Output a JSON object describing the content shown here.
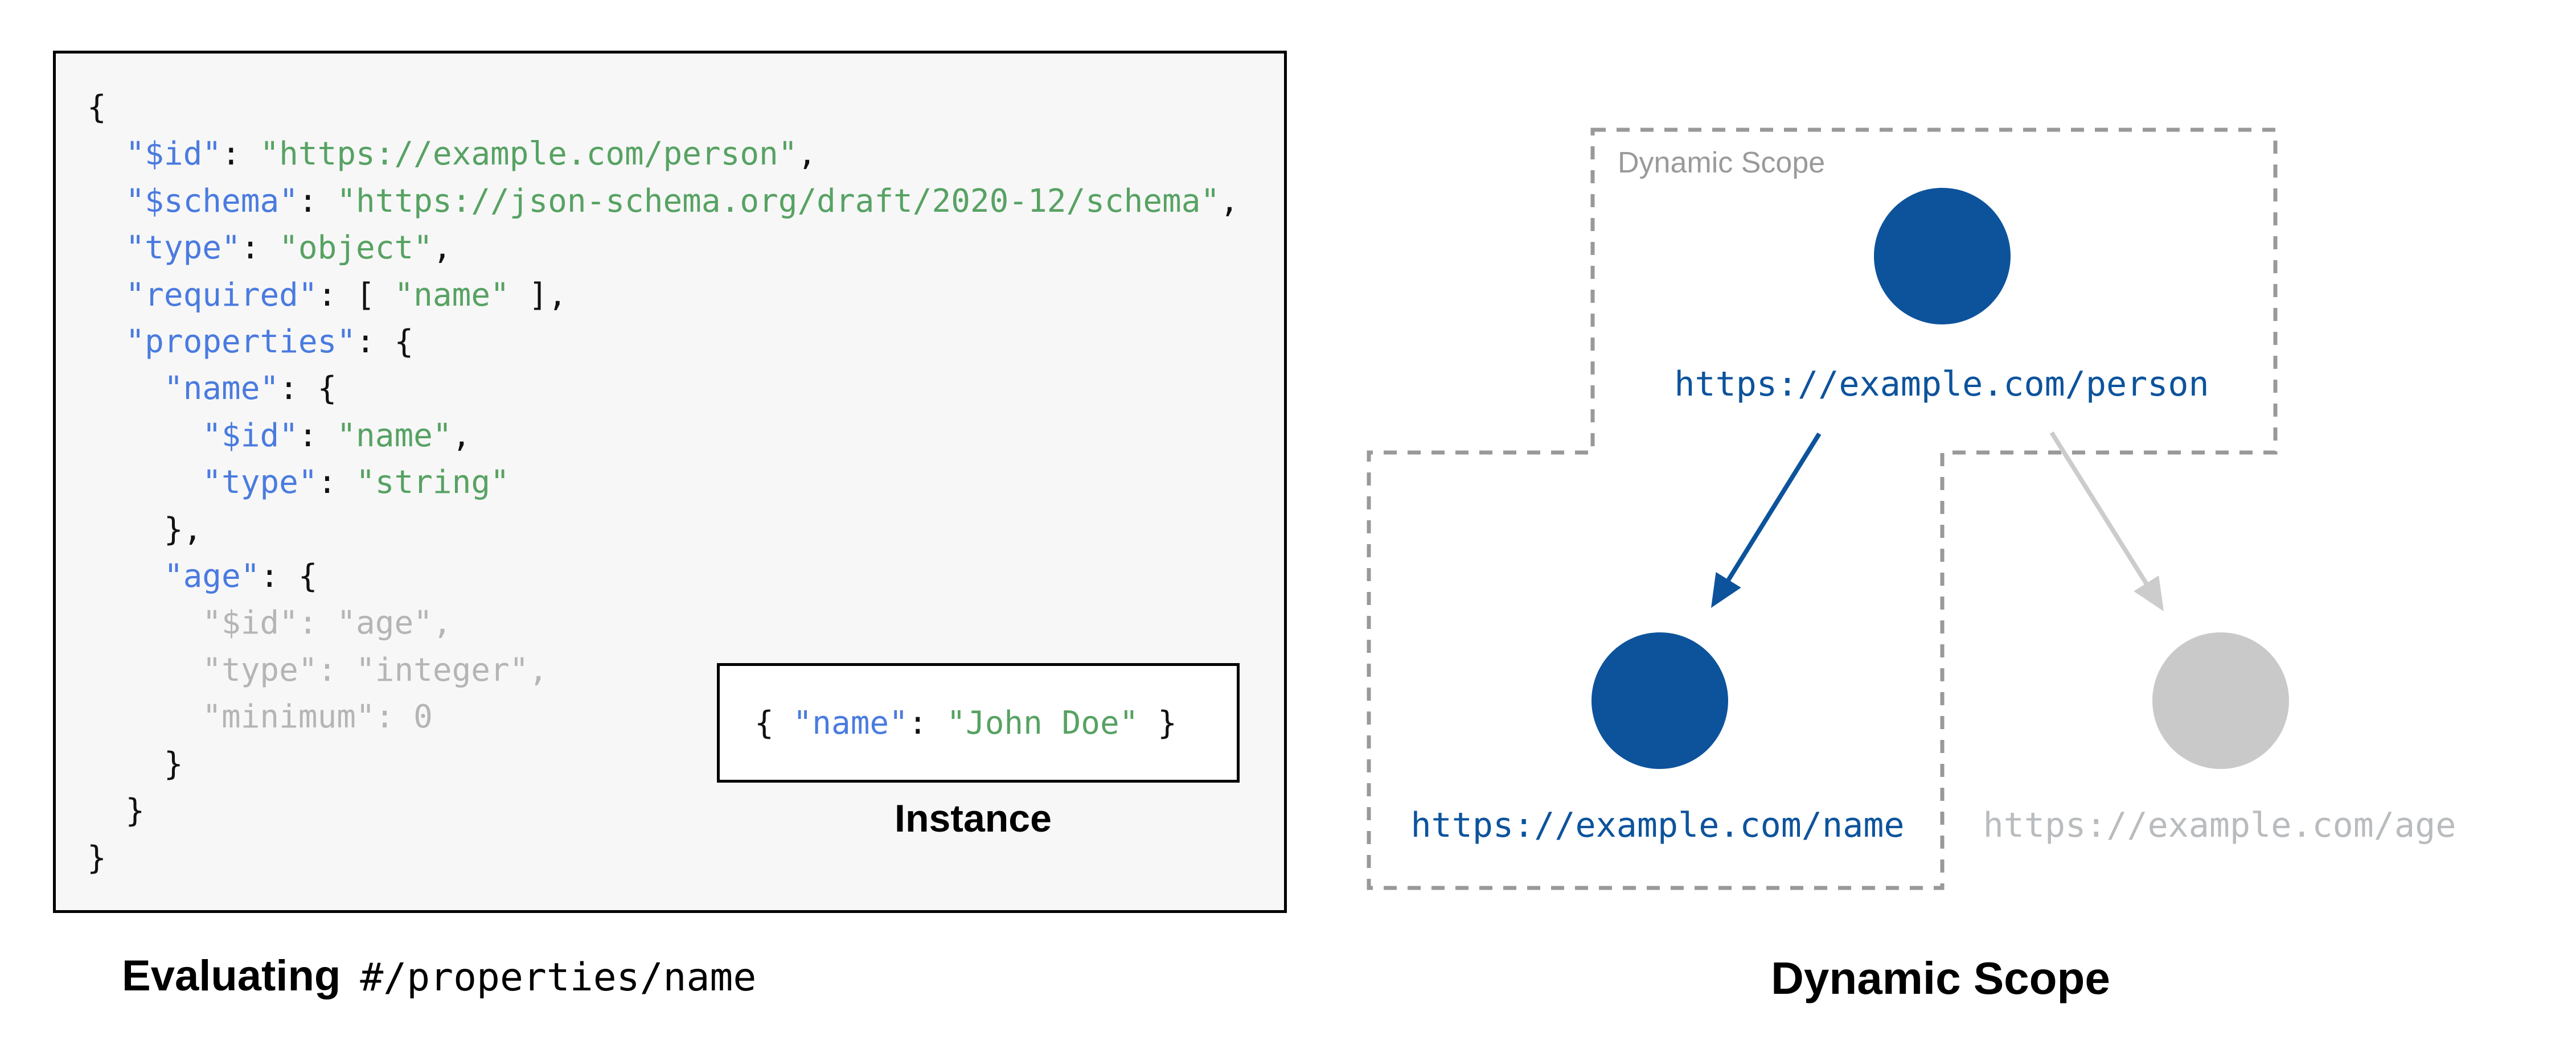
{
  "colors": {
    "page_bg": "#ffffff",
    "panel_bg": "#f7f7f7",
    "panel_border": "#000000",
    "code_plain": "#111111",
    "code_key": "#4a7bdf",
    "code_string": "#57a263",
    "code_dim": "#b5b5b5",
    "node_active": "#0d539c",
    "node_inactive": "#c9c9c9",
    "url_active": "#0d539c",
    "url_inactive": "#b9bcbe",
    "dash": "#999999",
    "scope_label": "#9a9a9a",
    "arrow_active": "#0d539c",
    "arrow_inactive": "#cccccc",
    "caption_text": "#000000"
  },
  "schema_panel": {
    "code_lines": [
      {
        "segments": [
          {
            "text": "{",
            "type": "plain"
          }
        ]
      },
      {
        "segments": [
          {
            "text": "  ",
            "type": "plain"
          },
          {
            "text": "\"$id\"",
            "type": "key"
          },
          {
            "text": ": ",
            "type": "plain"
          },
          {
            "text": "\"https://example.com/person\"",
            "type": "string"
          },
          {
            "text": ",",
            "type": "plain"
          }
        ]
      },
      {
        "segments": [
          {
            "text": "  ",
            "type": "plain"
          },
          {
            "text": "\"$schema\"",
            "type": "key"
          },
          {
            "text": ": ",
            "type": "plain"
          },
          {
            "text": "\"https://json-schema.org/draft/2020-12/schema\"",
            "type": "string"
          },
          {
            "text": ",",
            "type": "plain"
          }
        ]
      },
      {
        "segments": [
          {
            "text": "  ",
            "type": "plain"
          },
          {
            "text": "\"type\"",
            "type": "key"
          },
          {
            "text": ": ",
            "type": "plain"
          },
          {
            "text": "\"object\"",
            "type": "string"
          },
          {
            "text": ",",
            "type": "plain"
          }
        ]
      },
      {
        "segments": [
          {
            "text": "  ",
            "type": "plain"
          },
          {
            "text": "\"required\"",
            "type": "key"
          },
          {
            "text": ": [ ",
            "type": "plain"
          },
          {
            "text": "\"name\"",
            "type": "string"
          },
          {
            "text": " ],",
            "type": "plain"
          }
        ]
      },
      {
        "segments": [
          {
            "text": "  ",
            "type": "plain"
          },
          {
            "text": "\"properties\"",
            "type": "key"
          },
          {
            "text": ": {",
            "type": "plain"
          }
        ]
      },
      {
        "segments": [
          {
            "text": "    ",
            "type": "plain"
          },
          {
            "text": "\"name\"",
            "type": "key"
          },
          {
            "text": ": {",
            "type": "plain"
          }
        ]
      },
      {
        "segments": [
          {
            "text": "      ",
            "type": "plain"
          },
          {
            "text": "\"$id\"",
            "type": "key"
          },
          {
            "text": ": ",
            "type": "plain"
          },
          {
            "text": "\"name\"",
            "type": "string"
          },
          {
            "text": ",",
            "type": "plain"
          }
        ]
      },
      {
        "segments": [
          {
            "text": "      ",
            "type": "plain"
          },
          {
            "text": "\"type\"",
            "type": "key"
          },
          {
            "text": ": ",
            "type": "plain"
          },
          {
            "text": "\"string\"",
            "type": "string"
          }
        ]
      },
      {
        "segments": [
          {
            "text": "    },",
            "type": "plain"
          }
        ]
      },
      {
        "segments": [
          {
            "text": "    ",
            "type": "plain"
          },
          {
            "text": "\"age\"",
            "type": "key"
          },
          {
            "text": ": {",
            "type": "plain"
          }
        ]
      },
      {
        "segments": [
          {
            "text": "      \"$id\": \"age\",",
            "type": "dim"
          }
        ]
      },
      {
        "segments": [
          {
            "text": "      \"type\": \"integer\",",
            "type": "dim"
          }
        ]
      },
      {
        "segments": [
          {
            "text": "      \"minimum\": 0",
            "type": "dim"
          }
        ]
      },
      {
        "segments": [
          {
            "text": "    }",
            "type": "plain"
          }
        ]
      },
      {
        "segments": [
          {
            "text": "  }",
            "type": "plain"
          }
        ]
      },
      {
        "segments": [
          {
            "text": "}",
            "type": "plain"
          }
        ]
      }
    ],
    "instance": {
      "label": "Instance",
      "segments": [
        {
          "text": "{ ",
          "type": "plain"
        },
        {
          "text": "\"name\"",
          "type": "key"
        },
        {
          "text": ": ",
          "type": "plain"
        },
        {
          "text": "\"John Doe\"",
          "type": "string"
        },
        {
          "text": " }",
          "type": "plain"
        }
      ]
    },
    "caption_bold": "Evaluating",
    "caption_code": "#/properties/name"
  },
  "scope_diagram": {
    "scope_label": "Dynamic Scope",
    "caption": "Dynamic Scope",
    "nodes": {
      "person": {
        "url": "https://example.com/person"
      },
      "name": {
        "url": "https://example.com/name"
      },
      "age": {
        "url": "https://example.com/age"
      }
    }
  }
}
